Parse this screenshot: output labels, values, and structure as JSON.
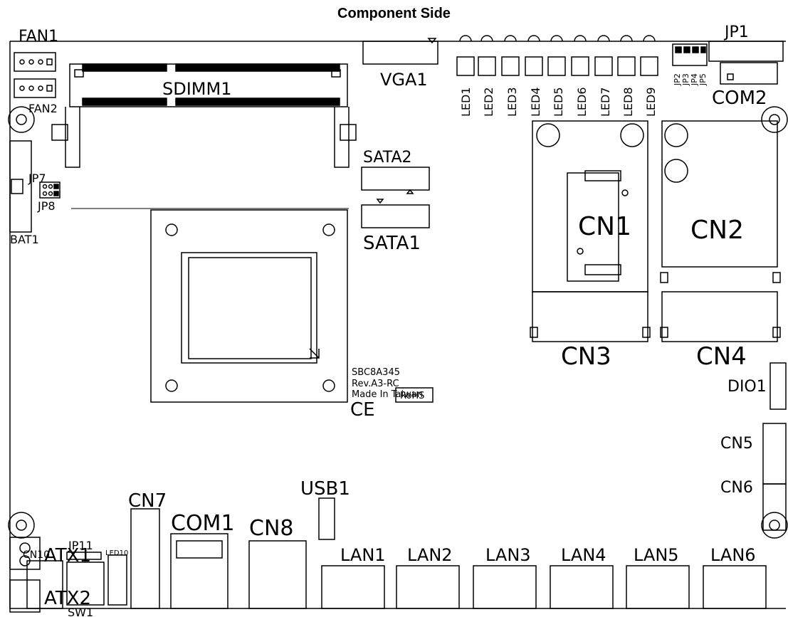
{
  "title": "Component Side",
  "colors": {
    "line": "#000000",
    "fill": "#ffffff"
  },
  "labels": {
    "fan1": "FAN1",
    "fan2": "FAN2",
    "sdimm1": "SDIMM1",
    "vga1": "VGA1",
    "led1": "LED1",
    "led2": "LED2",
    "led3": "LED3",
    "led4": "LED4",
    "led5": "LED5",
    "led6": "LED6",
    "led7": "LED7",
    "led8": "LED8",
    "led9": "LED9",
    "jp1": "JP1",
    "jp2": "JP2",
    "jp3": "JP3",
    "jp4": "JP4",
    "jp5": "JP5",
    "com2": "COM2",
    "jp7": "JP7",
    "jp8": "JP8",
    "bat1": "BAT1",
    "sata2": "SATA2",
    "sata1": "SATA1",
    "cn1": "CN1",
    "cn2": "CN2",
    "cn3": "CN3",
    "cn4": "CN4",
    "model": "SBC8A345",
    "rev": "Rev.A3-RC",
    "made": "Made In Taiwan",
    "ce": "CE",
    "rohs": "RoHS",
    "dio1": "DIO1",
    "cn5": "CN5",
    "cn6": "CN6",
    "atx1": "ATX1",
    "atx2": "ATX2",
    "usb1": "USB1",
    "cn7": "CN7",
    "com1": "COM1",
    "cn8": "CN8",
    "cn10": "CN10",
    "jp11": "JP11",
    "led10": "LED10",
    "sw1": "SW1",
    "lan1": "LAN1",
    "lan2": "LAN2",
    "lan3": "LAN3",
    "lan4": "LAN4",
    "lan5": "LAN5",
    "lan6": "LAN6"
  }
}
